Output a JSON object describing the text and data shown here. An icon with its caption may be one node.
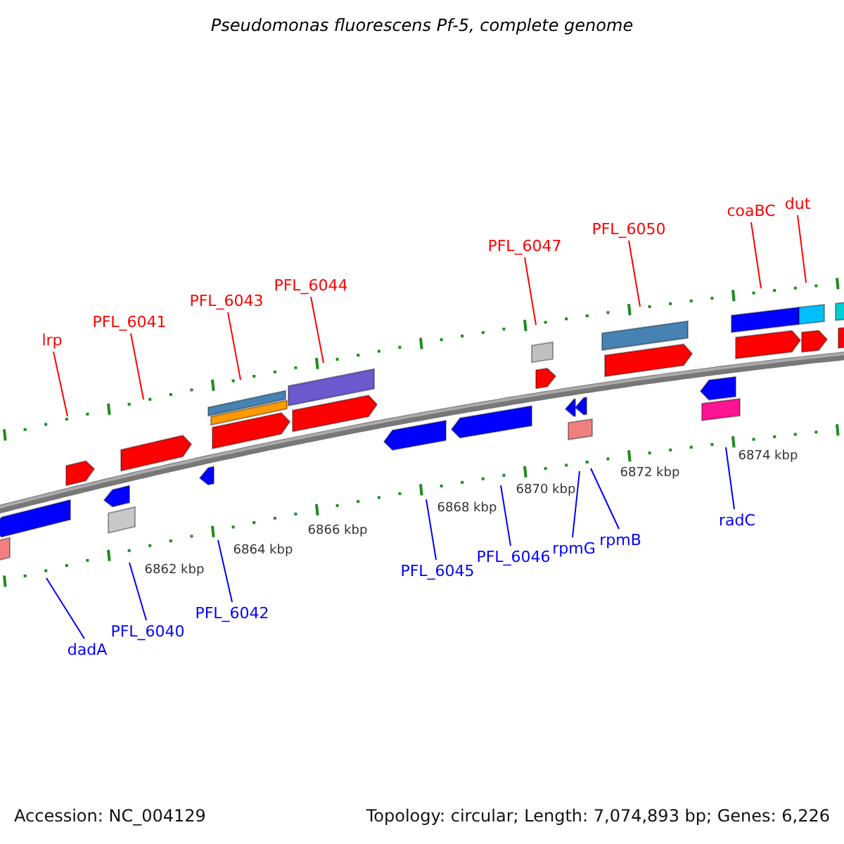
{
  "diagram": {
    "title": "Pseudomonas fluorescens Pf-5, complete genome",
    "nodes": [
      {
        "text": [
          "lrp"
        ]
      },
      {
        "text": [
          "PFL_6041"
        ]
      },
      {
        "text": [
          "PFL_6043"
        ]
      },
      {
        "text": [
          "PFL_6044"
        ]
      },
      {
        "text": [
          "PFL_6047"
        ]
      },
      {
        "text": [
          "PFL_6050"
        ]
      },
      {
        "text": [
          "coaBC"
        ]
      },
      {
        "text": [
          "dut"
        ]
      },
      {
        "text": [
          "dadA"
        ]
      },
      {
        "text": [
          "PFL_6040"
        ]
      },
      {
        "text": [
          "PFL_6042"
        ]
      },
      {
        "text": [
          "PFL_6045"
        ]
      },
      {
        "text": [
          "PFL_6046"
        ]
      },
      {
        "text": [
          "rpmG"
        ]
      },
      {
        "text": [
          "rpmB"
        ]
      },
      {
        "text": [
          "radC"
        ]
      }
    ],
    "edges": [
      {
        "from": 0,
        "to": null,
        "arrow": "none",
        "color": "#ff0000"
      },
      {
        "from": 1,
        "to": null,
        "arrow": "none",
        "color": "#ff0000"
      },
      {
        "from": 2,
        "to": null,
        "arrow": "none",
        "color": "#ff0000"
      },
      {
        "from": 3,
        "to": null,
        "arrow": "none",
        "color": "#ff0000"
      },
      {
        "from": 4,
        "to": null,
        "arrow": "none",
        "color": "#ff0000"
      },
      {
        "from": 5,
        "to": null,
        "arrow": "none",
        "color": "#ff0000"
      },
      {
        "from": 6,
        "to": null,
        "arrow": "none",
        "color": "#ff0000"
      },
      {
        "from": 7,
        "to": null,
        "arrow": "none",
        "color": "#ff0000"
      },
      {
        "from": 8,
        "to": null,
        "arrow": "none",
        "color": "#0000ff"
      },
      {
        "from": 9,
        "to": null,
        "arrow": "none",
        "color": "#0000ff"
      },
      {
        "from": 10,
        "to": null,
        "arrow": "none",
        "color": "#0000ff"
      },
      {
        "from": 11,
        "to": null,
        "arrow": "none",
        "color": "#0000ff"
      },
      {
        "from": 12,
        "to": null,
        "arrow": "none",
        "color": "#0000ff"
      },
      {
        "from": 13,
        "to": null,
        "arrow": "none",
        "color": "#0000ff"
      },
      {
        "from": 14,
        "to": null,
        "arrow": "none",
        "color": "#0000ff"
      },
      {
        "from": 15,
        "to": null,
        "arrow": "none",
        "color": "#0000ff"
      }
    ],
    "labels": [
      "6862 kbp",
      "6864 kbp",
      "6866 kbp",
      "6868 kbp",
      "6870 kbp",
      "6872 kbp",
      "6874 kbp",
      "Accession: NC_004129",
      "Topology: circular; Length: 7,074,893 bp; Genes: 6,226"
    ]
  }
}
